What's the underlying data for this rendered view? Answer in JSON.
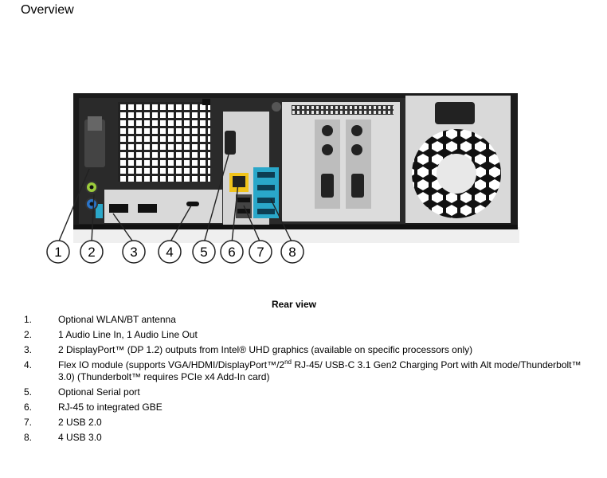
{
  "page": {
    "title": "Overview",
    "caption": "Rear view"
  },
  "figure": {
    "callouts": [
      "1",
      "2",
      "3",
      "4",
      "5",
      "6",
      "7",
      "8"
    ]
  },
  "items": [
    {
      "num": "1.",
      "text": "Optional WLAN/BT antenna"
    },
    {
      "num": "2.",
      "text": "1 Audio Line In, 1 Audio Line Out"
    },
    {
      "num": "3.",
      "text": "2 DisplayPort™ (DP 1.2) outputs from Intel® UHD graphics (available on specific processors only)"
    },
    {
      "num": "4.",
      "text_pre": "Flex IO module (supports VGA/HDMI/DisplayPort™/2",
      "text_sup": "nd",
      "text_post": " RJ-45/ USB-C 3.1 Gen2 Charging Port with Alt mode/Thunderbolt™ 3.0) (Thunderbolt™ requires PCIe x4 Add-In card)"
    },
    {
      "num": "5.",
      "text": "Optional Serial port"
    },
    {
      "num": "6.",
      "text": "RJ-45 to integrated GBE"
    },
    {
      "num": "7.",
      "text": "2 USB 2.0"
    },
    {
      "num": "8.",
      "text": "4 USB 3.0"
    }
  ]
}
